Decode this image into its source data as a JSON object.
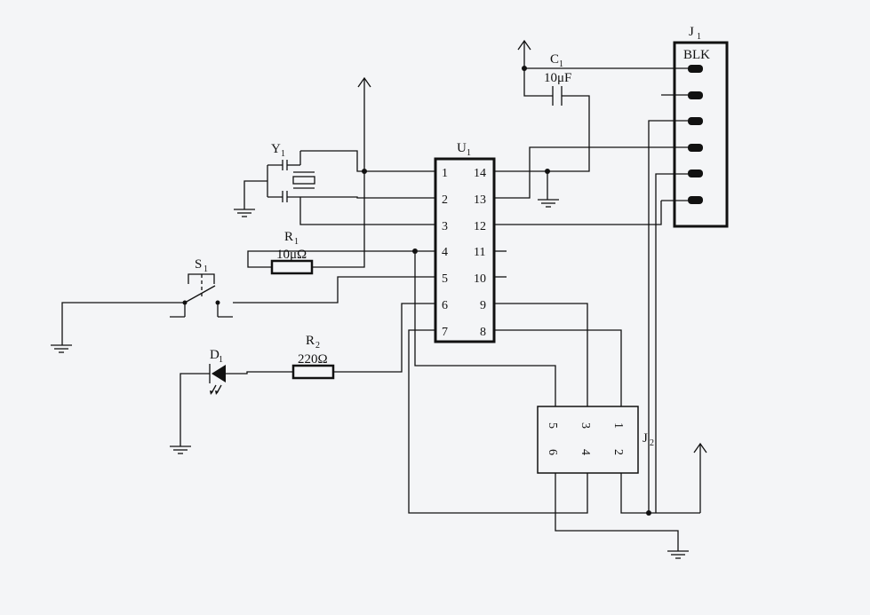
{
  "components": {
    "u1": {
      "ref": "U",
      "sub": "1",
      "pins": [
        "1",
        "2",
        "3",
        "4",
        "5",
        "6",
        "7",
        "14",
        "13",
        "12",
        "11",
        "10",
        "9",
        "8"
      ]
    },
    "j1": {
      "ref": "J",
      "sub": "1",
      "value": "BLK"
    },
    "j2": {
      "ref": "J",
      "sub": "2",
      "pins": [
        "5",
        "6",
        "3",
        "4",
        "1",
        "2"
      ]
    },
    "c1": {
      "ref": "C",
      "sub": "1",
      "value": "10μF"
    },
    "y1": {
      "ref": "Y",
      "sub": "1"
    },
    "r1": {
      "ref": "R",
      "sub": "1",
      "value": "10μΩ"
    },
    "r2": {
      "ref": "R",
      "sub": "2",
      "value": "220Ω"
    },
    "s1": {
      "ref": "S",
      "sub": "1"
    },
    "d1": {
      "ref": "D",
      "sub": "1"
    }
  },
  "colors": {
    "background": "#f4f5f7",
    "ink": "#111111"
  }
}
